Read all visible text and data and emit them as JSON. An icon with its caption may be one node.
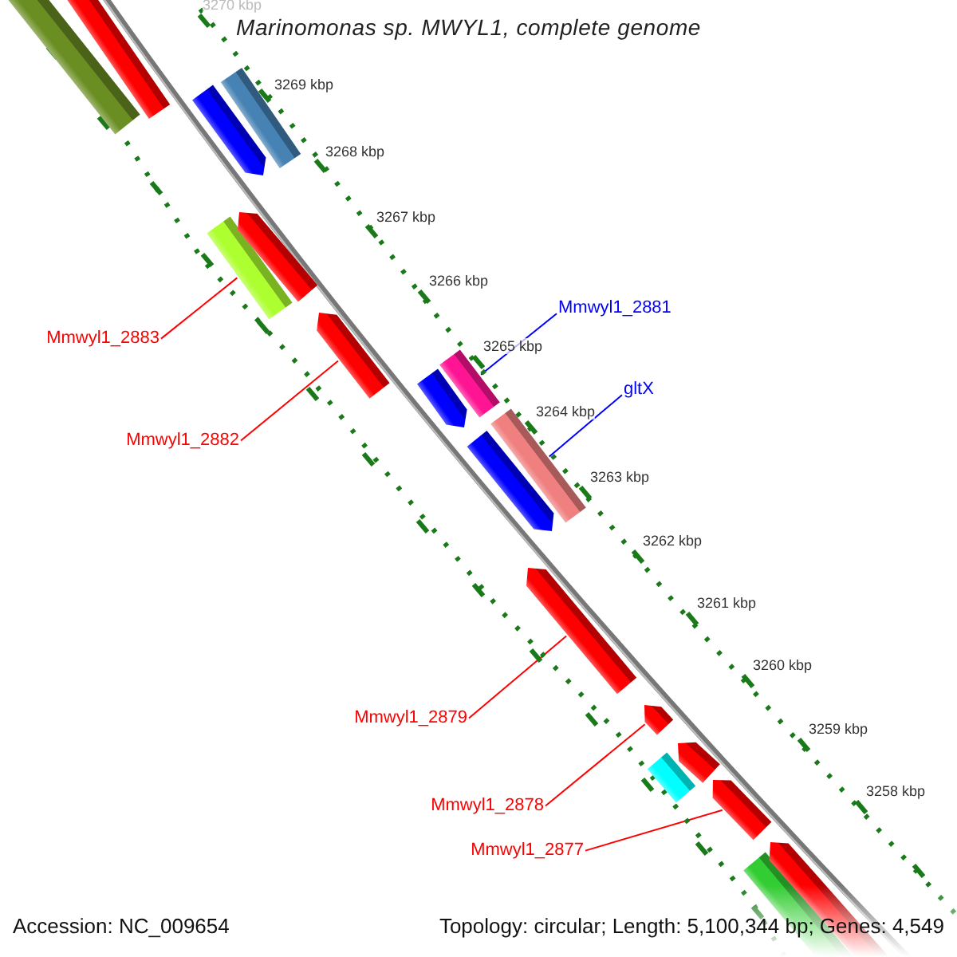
{
  "diagram": {
    "title": "Marinomonas sp. MWYL1, complete genome",
    "nodes": [
      {
        "text": [],
        "shape": "bar"
      },
      {
        "text": [],
        "shape": "bar"
      },
      {
        "text": [],
        "shape": "bar"
      },
      {
        "text": [],
        "shape": "arrow"
      },
      {
        "text": [],
        "shape": "bar"
      },
      {
        "text": [],
        "shape": "arrow"
      },
      {
        "text": [],
        "shape": "arrow"
      },
      {
        "text": [],
        "shape": "arrow"
      },
      {
        "text": [],
        "shape": "bar"
      },
      {
        "text": [],
        "shape": "bar"
      },
      {
        "text": [],
        "shape": "arrow"
      },
      {
        "text": [],
        "shape": "arrow"
      },
      {
        "text": [],
        "shape": "arrow"
      },
      {
        "text": [],
        "shape": "arrow"
      },
      {
        "text": [],
        "shape": "bar"
      },
      {
        "text": [],
        "shape": "arrow"
      },
      {
        "text": [],
        "shape": "bar"
      },
      {
        "text": [],
        "shape": "arrow"
      },
      {
        "text": [
          "Mmwyl1_2881"
        ]
      },
      {
        "text": [
          "gltX"
        ]
      },
      {
        "text": [
          "Mmwyl1_2883"
        ]
      },
      {
        "text": [
          "Mmwyl1_2882"
        ]
      },
      {
        "text": [
          "Mmwyl1_2879"
        ]
      },
      {
        "text": [
          "Mmwyl1_2878"
        ]
      },
      {
        "text": [
          "Mmwyl1_2877"
        ]
      }
    ],
    "edges": [
      {
        "from": 18,
        "to": 8,
        "arrow": "none",
        "color": "#0000ff"
      },
      {
        "from": 19,
        "to": 9,
        "arrow": "none",
        "color": "#0000ff"
      },
      {
        "from": 20,
        "to": 4,
        "arrow": "none"
      },
      {
        "from": 21,
        "to": 6,
        "arrow": "none"
      },
      {
        "from": 22,
        "to": 11,
        "arrow": "none"
      },
      {
        "from": 23,
        "to": 12,
        "arrow": "none"
      },
      {
        "from": 24,
        "to": 15,
        "arrow": "none"
      }
    ],
    "labels": [
      "3270 kbp",
      "3269 kbp",
      "3268 kbp",
      "3267 kbp",
      "3266 kbp",
      "3265 kbp",
      "3264 kbp",
      "3263 kbp",
      "3262 kbp",
      "3261 kbp",
      "3260 kbp",
      "3259 kbp",
      "3258 kbp",
      "Accession: NC_009654",
      "Topology: circular; Length: 5,100,344 bp; Genes: 4,549"
    ]
  }
}
